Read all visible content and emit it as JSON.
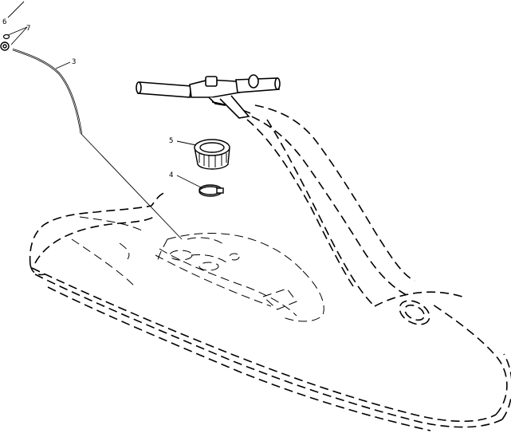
{
  "diagram": {
    "colors": {
      "line": "#000000",
      "background": "#ffffff"
    },
    "callouts": [
      {
        "id": "1",
        "text": "6",
        "part": "retaining-ring"
      },
      {
        "id": "2",
        "text": "7",
        "part": "grommet"
      },
      {
        "id": "3",
        "text": "3",
        "part": "throttle-cable"
      },
      {
        "id": "4",
        "text": "5",
        "part": "fuel-cap"
      },
      {
        "id": "5",
        "text": "4",
        "part": "hose-clamp"
      }
    ]
  }
}
